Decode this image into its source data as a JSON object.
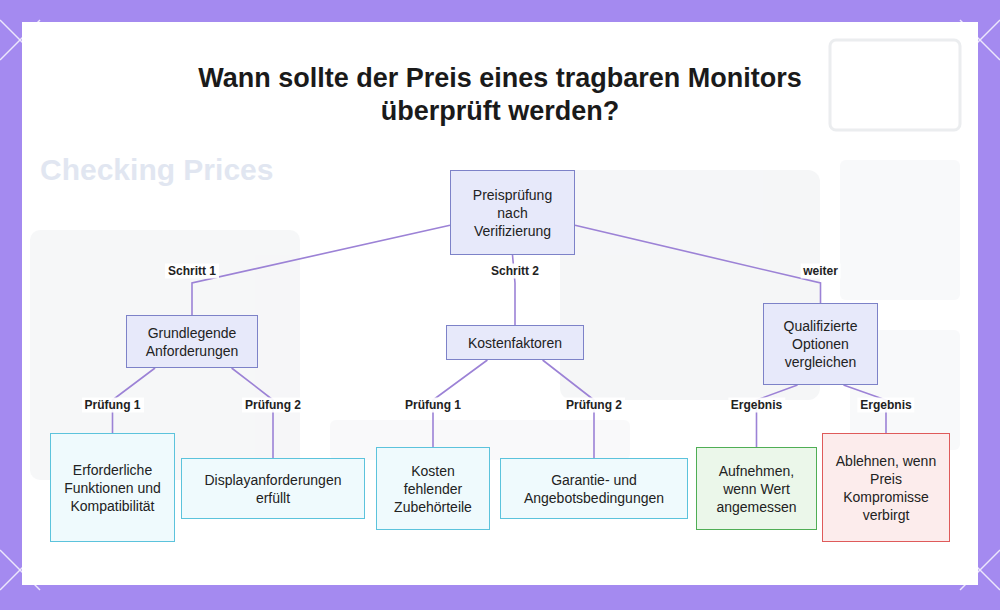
{
  "diagram": {
    "title": "Wann sollte der Preis eines tragbaren Monitors überprüft werden?",
    "nodes": [
      {
        "text": [
          "Preisprüfung nach Verifizierung"
        ]
      },
      {
        "text": [
          "Grundlegende Anforderungen"
        ]
      },
      {
        "text": [
          "Kostenfaktoren"
        ]
      },
      {
        "text": [
          "Qualifizierte Optionen vergleichen"
        ]
      },
      {
        "text": [
          "Erforderliche Funktionen und Kompatibilität"
        ]
      },
      {
        "text": [
          "Displayanforderungen erfüllt"
        ]
      },
      {
        "text": [
          "Kosten fehlender Zubehörteile"
        ]
      },
      {
        "text": [
          "Garantie- und Angebotsbedingungen"
        ]
      },
      {
        "text": [
          "Aufnehmen, wenn Wert angemessen"
        ]
      },
      {
        "text": [
          "Ablehnen, wenn Preis Kompromisse verbirgt"
        ]
      }
    ],
    "edges": [
      {
        "from": 0,
        "to": 1,
        "label": "Schritt 1",
        "arrow": "none"
      },
      {
        "from": 0,
        "to": 2,
        "label": "Schritt 2",
        "arrow": "none"
      },
      {
        "from": 0,
        "to": 3,
        "label": "weiter",
        "arrow": "none"
      },
      {
        "from": 1,
        "to": 4,
        "label": "Prüfung 1",
        "arrow": "none"
      },
      {
        "from": 1,
        "to": 5,
        "label": "Prüfung 2",
        "arrow": "none"
      },
      {
        "from": 2,
        "to": 6,
        "label": "Prüfung 1",
        "arrow": "none"
      },
      {
        "from": 2,
        "to": 7,
        "label": "Prüfung 2",
        "arrow": "none"
      },
      {
        "from": 3,
        "to": 8,
        "label": "Ergebnis",
        "arrow": "none"
      },
      {
        "from": 3,
        "to": 9,
        "label": "Ergebnis",
        "arrow": "none"
      }
    ],
    "labels": [
      "Checking Prices"
    ]
  }
}
